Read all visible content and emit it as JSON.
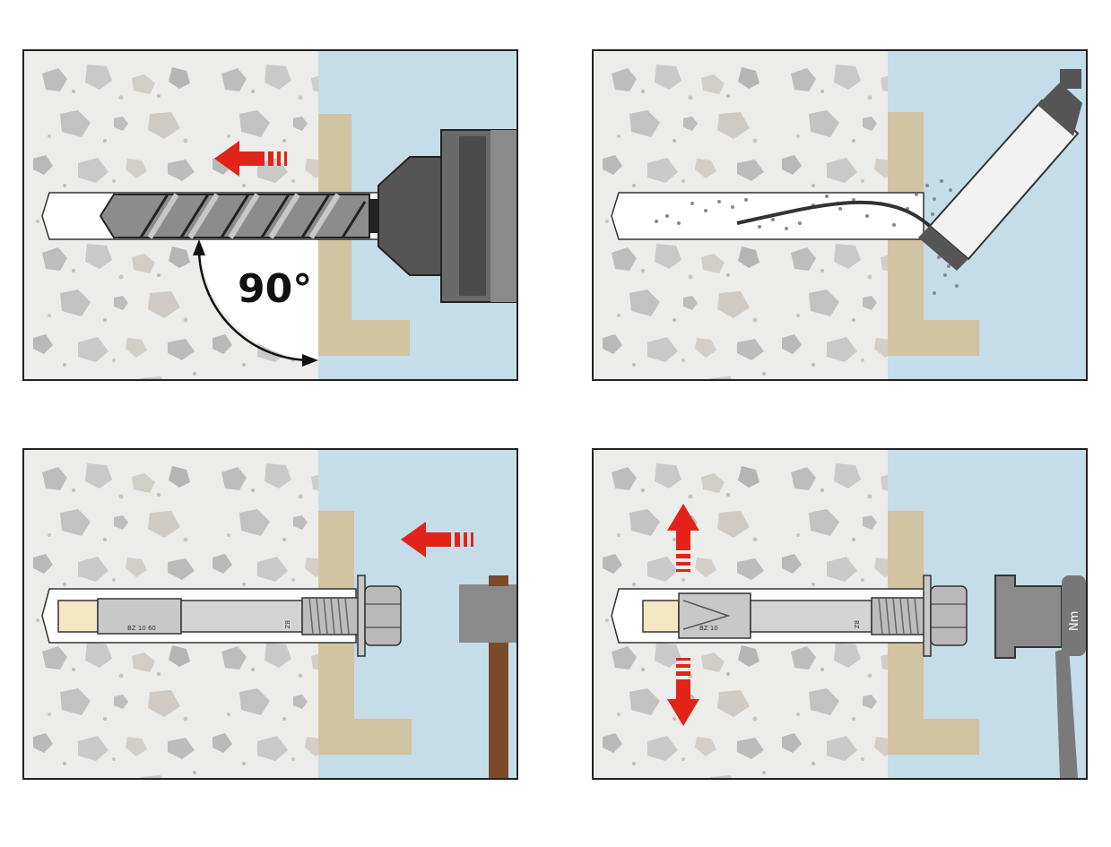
{
  "panels": [
    {
      "id": "step-1-drill",
      "angle_label": "90°"
    },
    {
      "id": "step-2-clean"
    },
    {
      "id": "step-3-hammer",
      "anchor_marks": [
        "BZ",
        "BZ 10 60"
      ]
    },
    {
      "id": "step-4-torque",
      "anchor_marks": [
        "BZ",
        "BZ 10"
      ],
      "wrench_label": "Nm"
    }
  ],
  "colors": {
    "concrete": "#ececea",
    "stone": "#b9b9b9",
    "stone_light": "#d2d0cc",
    "wall_background": "#c4dde9",
    "fixture": "#d2c3a3",
    "arrow_red": "#e2231a",
    "steel": "#c8c8c8",
    "tool_dark": "#5a5a5a",
    "hammer_handle": "#7b4a2a"
  },
  "icons": [
    "drill-bit-icon",
    "drill-chuck-icon",
    "blow-pump-icon",
    "anchor-bolt-icon",
    "hammer-icon",
    "torque-wrench-icon",
    "arrow-left-icon",
    "arrow-up-icon",
    "arrow-down-icon"
  ]
}
